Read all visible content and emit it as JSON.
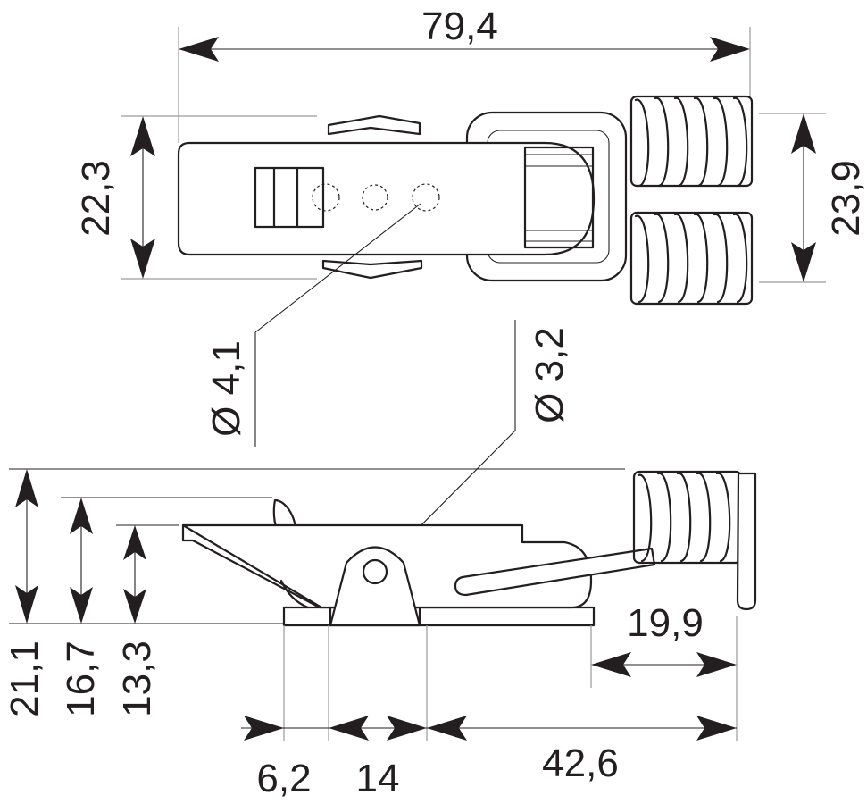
{
  "dimensions": {
    "overall_length": "79,4",
    "body_width": "22,3",
    "spring_width": "23,9",
    "hole_dia_large": "Ø 4,1",
    "hole_dia_small": "Ø 3,2",
    "height_total": "21,1",
    "height_mid": "16,7",
    "height_low": "13,3",
    "spring_length": "19,9",
    "base_offset": "6,2",
    "hinge_width": "14",
    "base_length": "42,6"
  }
}
